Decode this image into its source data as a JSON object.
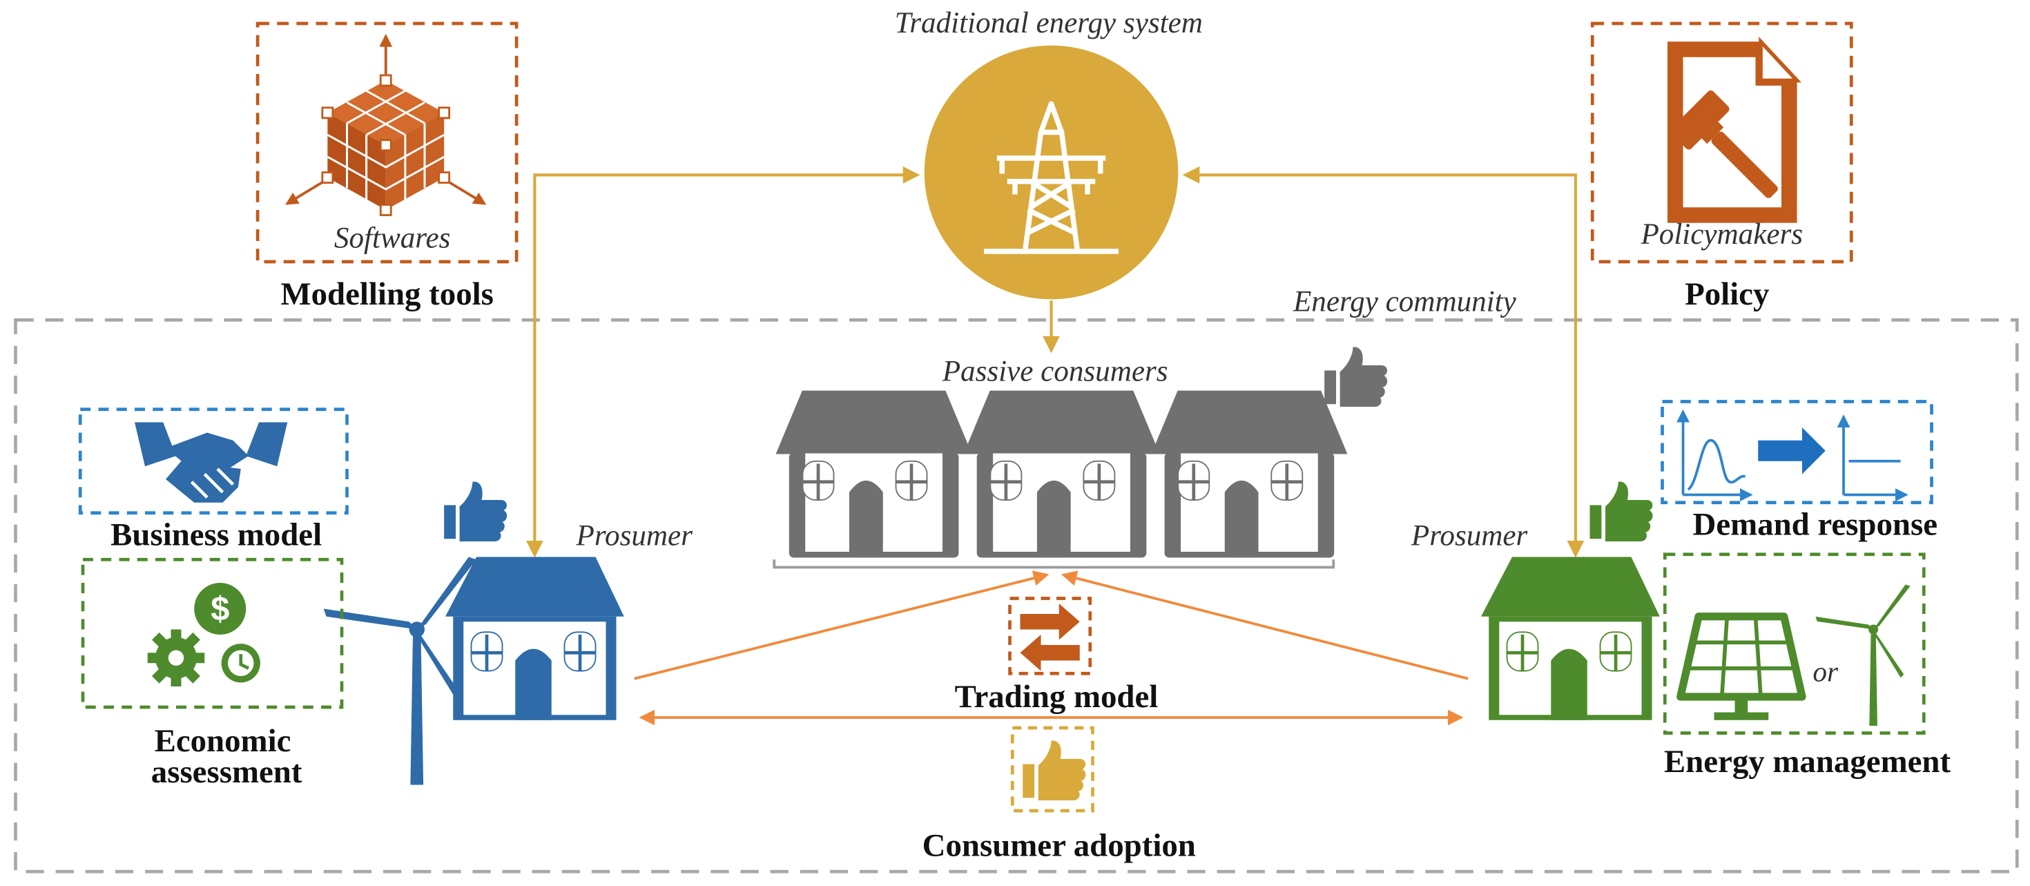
{
  "labels": {
    "traditional_energy_system": "Traditional energy system",
    "energy_community": "Energy community",
    "passive_consumers": "Passive consumers",
    "prosumer_left": "Prosumer",
    "prosumer_right": "Prosumer",
    "softwares": "Softwares",
    "modelling_tools": "Modelling tools",
    "policymakers": "Policymakers",
    "policy": "Policy",
    "business_model": "Business model",
    "economic_assessment_line1": "Economic",
    "economic_assessment_line2": "assessment",
    "trading_model": "Trading model",
    "consumer_adoption": "Consumer adoption",
    "demand_response": "Demand response",
    "energy_management": "Energy management",
    "or": "or"
  },
  "colors": {
    "gold": "#D9A93B",
    "orange_brown": "#C25A1B",
    "arrow_orange": "#F08A3C",
    "blue": "#2E6BA8",
    "blue_dash": "#2C84CC",
    "green": "#4E8B2C",
    "gray": "#707070",
    "dash_gray": "#A8A8A8"
  },
  "icons": [
    "cube-icon",
    "gavel-document-icon",
    "power-tower-icon",
    "handshake-icon",
    "money-gears-icon",
    "exchange-arrows-icon",
    "thumbs-up-icon",
    "demand-curve-icon",
    "solar-panel-icon",
    "wind-turbine-icon"
  ]
}
